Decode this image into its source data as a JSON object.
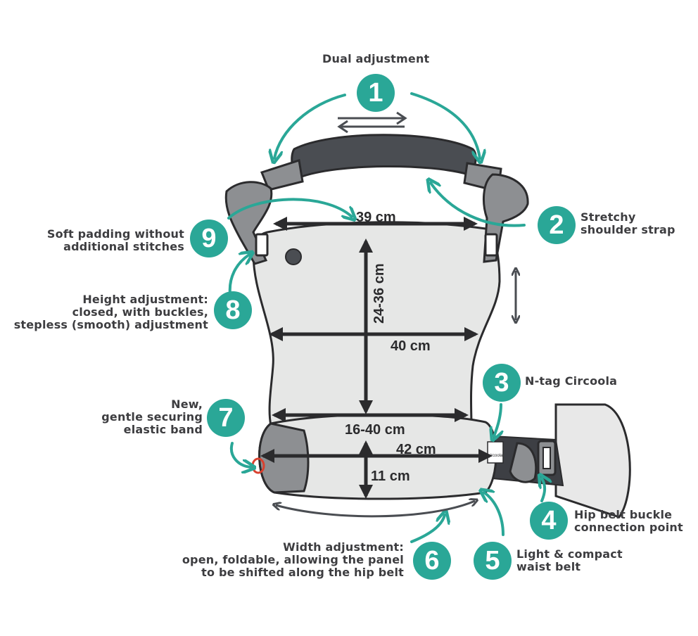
{
  "colors": {
    "accent": "#2aa797",
    "panel": "#e6e7e6",
    "outline": "#2b2b2d",
    "dark_grey": "#4a4d52",
    "mid_grey": "#8d8f92",
    "elastic": "#d9412f"
  },
  "features": [
    {
      "number": "1",
      "label": "Dual adjustment"
    },
    {
      "number": "2",
      "label": "Stretchy\nshoulder strap"
    },
    {
      "number": "3",
      "label": "N-tag Circoola"
    },
    {
      "number": "4",
      "label": "Hip belt buckle\nconnection point"
    },
    {
      "number": "5",
      "label": "Light & compact\nwaist belt"
    },
    {
      "number": "6",
      "label": "Width adjustment:\nopen, foldable, allowing the panel\nto be shifted along the hip belt"
    },
    {
      "number": "7",
      "label": "New,\ngentle securing\nelastic band"
    },
    {
      "number": "8",
      "label": "Height adjustment:\nclosed, with buckles,\nstepless (smooth) adjustment"
    },
    {
      "number": "9",
      "label": "Soft padding without\nadditional stitches"
    }
  ],
  "measurements": {
    "top_width": "39 cm",
    "panel_height": "24-36 cm",
    "panel_width": "40 cm",
    "base_width": "16-40 cm",
    "belt_length": "42 cm",
    "belt_height": "11 cm"
  },
  "tag_text": "circoola",
  "icons": [
    "curved-arrow-icon",
    "double-arrow-icon",
    "buckle-icon",
    "elastic-loop-icon"
  ]
}
